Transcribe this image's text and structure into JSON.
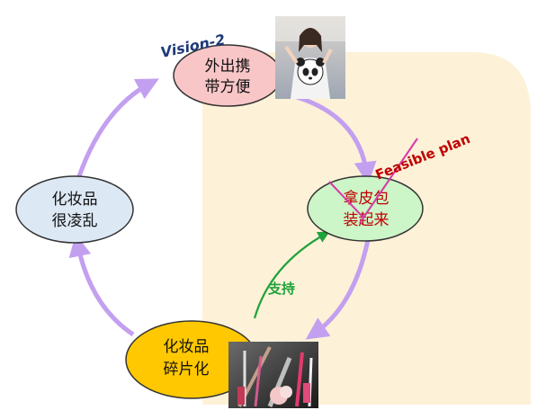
{
  "title": "Vision-2",
  "nodes": {
    "top": {
      "line1": "外出携",
      "line2": "带方便"
    },
    "left": {
      "line1": "化妆品",
      "line2": "很凌乱"
    },
    "right": {
      "line1": "拿皮包",
      "line2": "装起来"
    },
    "bottom": {
      "line1": "化妆品",
      "line2": "碎片化"
    }
  },
  "labels": {
    "feasible": "Feasible plan",
    "support": "支持"
  },
  "colors": {
    "cycle_arrow": "#c39ff0",
    "support_arrow": "#1fa33a",
    "background_panel": "#fdf1d8",
    "top_node": "#f9c6c8",
    "left_node": "#dde8f5",
    "right_node": "#ccf5c8",
    "bottom_node": "#ffc800",
    "strike_lines": "#d63aa6",
    "feasible_text": "#c00000"
  },
  "images": {
    "top_photo": "girl-with-panda-backpack-photo",
    "bottom_photo": "makeup-brushes-photo"
  }
}
